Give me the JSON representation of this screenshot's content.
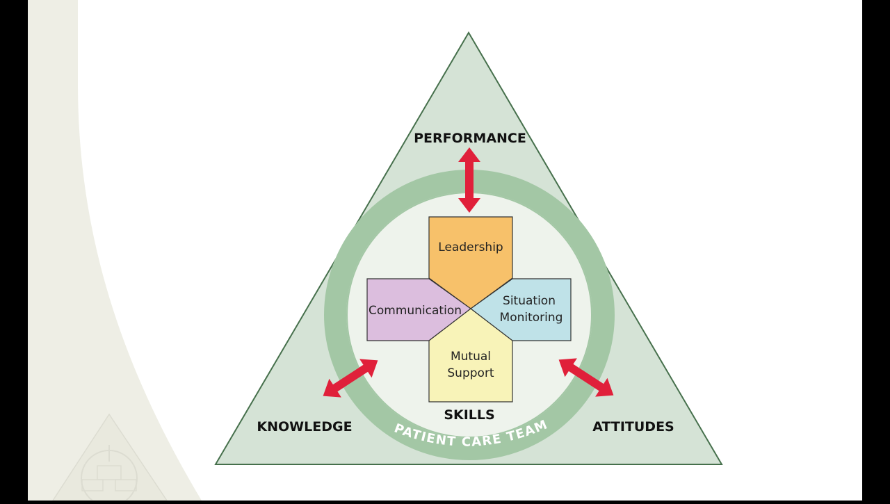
{
  "diagram": {
    "top_label": "PERFORMANCE",
    "left_label": "KNOWLEDGE",
    "right_label": "ATTITUDES",
    "center_label": "SKILLS",
    "ring_label": "PATIENT CARE TEAM",
    "boxes": {
      "leadership": "Leadership",
      "communication": "Communication",
      "situation_line1": "Situation",
      "situation_line2": "Monitoring",
      "mutual_line1": "Mutual",
      "mutual_line2": "Support"
    }
  },
  "colors": {
    "triangle_fill": "#d5e3d6",
    "ring": "#a3c7a5",
    "inner_circle": "#eef3ec",
    "leadership": "#f7c16a",
    "communication": "#dcbede",
    "situation_monitoring": "#bfe2e8",
    "mutual_support": "#f8f3b8",
    "arrow": "#e0203a"
  },
  "icons": {
    "arrow": "double-headed-arrow",
    "watermark": "triangle-logo"
  }
}
